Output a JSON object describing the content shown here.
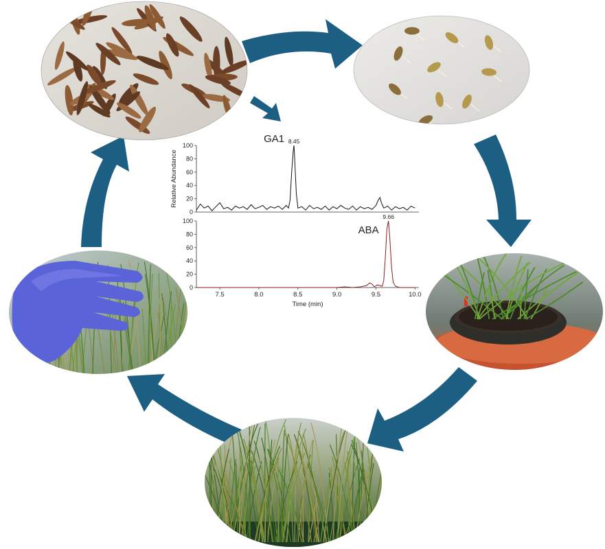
{
  "colors": {
    "arrow": "#1d5f82",
    "ga_trace": "#111111",
    "aba_trace": "#8b1a1a"
  },
  "stages": [
    {
      "name": "seeds",
      "icon": "seed-photo"
    },
    {
      "name": "germinated-seeds",
      "icon": "germination-photo"
    },
    {
      "name": "seedling-pot",
      "icon": "seedling-photo"
    },
    {
      "name": "mature-plants",
      "icon": "grass-clump-photo"
    },
    {
      "name": "flowering-plant",
      "icon": "gloved-hand-photo"
    }
  ],
  "chart_data": [
    {
      "type": "line",
      "panel": "top",
      "series_label": "GA1",
      "peak_label": "8.45",
      "ylabel": "Relative Abundance",
      "yticks": [
        "0",
        "20",
        "40",
        "60",
        "80",
        "100"
      ],
      "ylim": [
        0,
        100
      ],
      "xlim": [
        7.2,
        10.05
      ],
      "x": [
        7.2,
        7.25,
        7.3,
        7.35,
        7.4,
        7.45,
        7.5,
        7.55,
        7.6,
        7.65,
        7.7,
        7.75,
        7.8,
        7.85,
        7.9,
        7.95,
        8.0,
        8.05,
        8.1,
        8.15,
        8.2,
        8.25,
        8.3,
        8.35,
        8.38,
        8.4,
        8.42,
        8.44,
        8.45,
        8.46,
        8.48,
        8.5,
        8.55,
        8.6,
        8.65,
        8.7,
        8.75,
        8.8,
        8.85,
        8.9,
        8.95,
        9.0,
        9.05,
        9.1,
        9.15,
        9.2,
        9.25,
        9.3,
        9.35,
        9.4,
        9.45,
        9.5,
        9.53,
        9.55,
        9.57,
        9.6,
        9.65,
        9.7,
        9.75,
        9.8,
        9.85,
        9.9,
        9.95,
        10.0
      ],
      "y": [
        3,
        12,
        6,
        9,
        2,
        8,
        14,
        5,
        7,
        3,
        9,
        6,
        8,
        4,
        11,
        5,
        7,
        10,
        4,
        8,
        6,
        9,
        4,
        10,
        6,
        18,
        60,
        92,
        100,
        78,
        28,
        6,
        8,
        3,
        10,
        5,
        7,
        4,
        9,
        3,
        8,
        5,
        10,
        6,
        4,
        9,
        3,
        8,
        5,
        7,
        4,
        10,
        18,
        22,
        14,
        6,
        9,
        3,
        8,
        5,
        7,
        3,
        9,
        6
      ]
    },
    {
      "type": "line",
      "panel": "bottom",
      "series_label": "ABA",
      "peak_label": "9.66",
      "xlabel": "Time (min)",
      "yticks": [
        "0",
        "20",
        "40",
        "60",
        "80",
        "100"
      ],
      "xticks": [
        "7.5",
        "8.0",
        "8.5",
        "9.0",
        "9.5",
        "10.0"
      ],
      "ylim": [
        0,
        100
      ],
      "xlim": [
        7.2,
        10.05
      ],
      "x": [
        7.2,
        7.4,
        7.6,
        7.8,
        8.0,
        8.2,
        8.4,
        8.6,
        8.8,
        9.0,
        9.1,
        9.2,
        9.3,
        9.38,
        9.42,
        9.45,
        9.48,
        9.52,
        9.55,
        9.58,
        9.6,
        9.62,
        9.64,
        9.66,
        9.68,
        9.7,
        9.72,
        9.75,
        9.8,
        9.9,
        10.0
      ],
      "y": [
        0,
        0,
        0,
        0,
        0,
        0,
        0,
        0,
        0,
        0,
        1,
        0,
        1,
        3,
        7,
        5,
        1,
        4,
        3,
        2,
        10,
        45,
        88,
        100,
        70,
        30,
        8,
        2,
        0,
        0,
        0
      ]
    }
  ]
}
